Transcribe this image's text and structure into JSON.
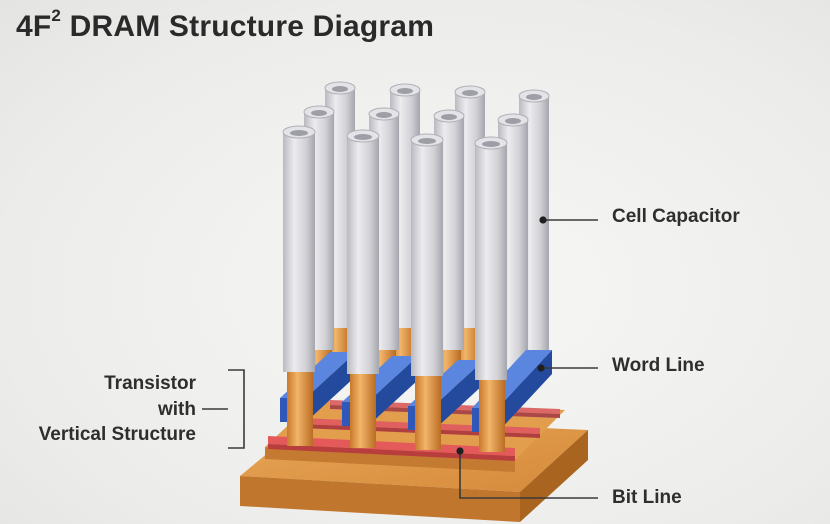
{
  "title": {
    "main": "4F",
    "superscript": "2",
    "rest": " DRAM Structure Diagram"
  },
  "labels": {
    "cell_capacitor": "Cell Capacitor",
    "word_line": "Word Line",
    "bit_line": "Bit Line",
    "transistor": [
      "Transistor",
      "with",
      "Vertical Structure"
    ]
  },
  "colors": {
    "capacitor": "#d6d6da",
    "capacitor_shadow": "#a9a9b0",
    "word_line": "#3a66c8",
    "bit_line": "#e06060",
    "substrate": "#d98a3c",
    "pillar": "#e0963e",
    "leader_line": "#3a3a3a"
  }
}
